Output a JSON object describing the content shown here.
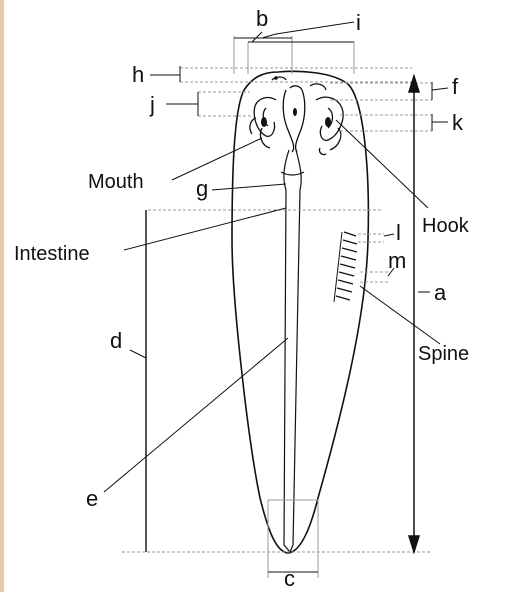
{
  "labels": {
    "a": "a",
    "b": "b",
    "c": "c",
    "d": "d",
    "e": "e",
    "f": "f",
    "g": "g",
    "h": "h",
    "i": "i",
    "j": "j",
    "k": "k",
    "l": "l",
    "m": "m",
    "mouth": "Mouth",
    "intestine": "Intestine",
    "hook": "Hook",
    "spine": "Spine"
  },
  "colors": {
    "ink": "#111111",
    "guide": "#9a9a9a",
    "edge_strip": "#e8c9a8"
  }
}
